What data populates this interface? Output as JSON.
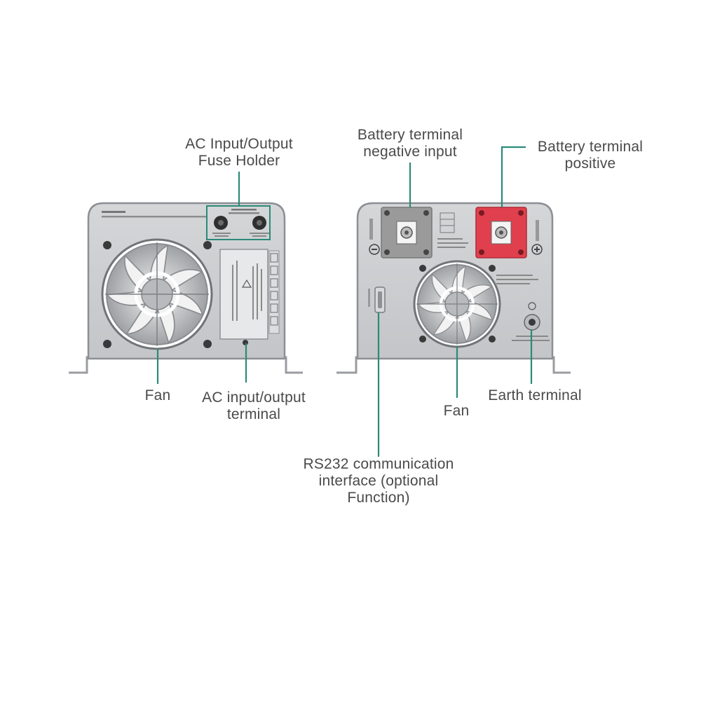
{
  "callouts": {
    "fuse_holder": {
      "line1": "AC Input/Output",
      "line2": "Fuse Holder"
    },
    "fan_left": {
      "line1": "Fan"
    },
    "ac_terminal": {
      "line1": "AC input/output",
      "line2": "terminal"
    },
    "battery_negative": {
      "line1": "Battery terminal",
      "line2": "negative input"
    },
    "battery_positive": {
      "line1": "Battery terminal",
      "line2": "positive"
    },
    "fan_right": {
      "line1": "Fan"
    },
    "earth_terminal": {
      "line1": "Earth terminal"
    },
    "rs232": {
      "line1": "RS232 communication",
      "line2": "interface (optional",
      "line3": "Function)"
    }
  },
  "colors": {
    "leader": "#2a8a78",
    "panel_fill": "#c9cbcd",
    "panel_border": "#8c8f93",
    "positive_terminal": "#e0404e",
    "negative_terminal": "#9a9a9a",
    "text": "#4a4a4a"
  }
}
